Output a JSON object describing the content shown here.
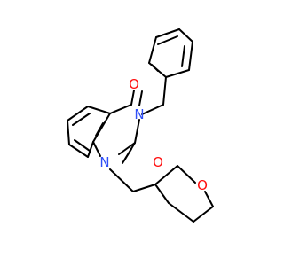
{
  "colors": {
    "bond": "#000000",
    "oxygen": "#ff0d0d",
    "nitrogen": "#3050f8",
    "background": "#ffffff"
  },
  "atoms": {
    "n1": {
      "element": "N",
      "label": "N"
    },
    "n3": {
      "element": "N",
      "label": "N"
    },
    "o_c2": {
      "element": "O",
      "label": "O"
    },
    "o_c4": {
      "element": "O",
      "label": "O"
    },
    "o_ring": {
      "element": "O",
      "label": "O"
    }
  }
}
